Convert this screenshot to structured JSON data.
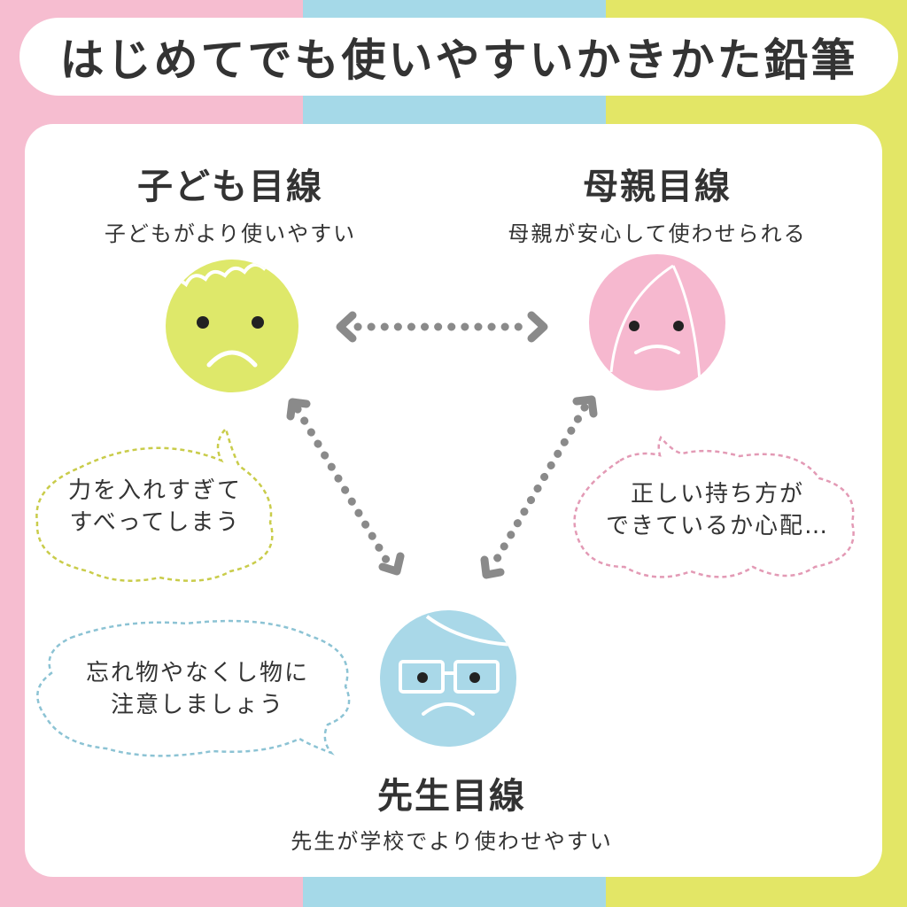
{
  "title": "はじめてでも使いやすいかきかた鉛筆",
  "colors": {
    "pink": "#f6bdd0",
    "blue": "#a5d9e8",
    "yellow": "#e3e666",
    "face_yellow": "#dee86a",
    "face_pink": "#f6b8cf",
    "face_blue": "#a9d8e8",
    "arrow": "#8a8a8a",
    "bubble_yellow_border": "#c9cc4a",
    "bubble_pink_border": "#e39ab5",
    "bubble_blue_border": "#8cc3d4"
  },
  "child": {
    "heading": "子ども目線",
    "subtitle": "子どもがより使いやすい",
    "bubble_line1": "力を入れすぎて",
    "bubble_line2": "すべってしまう"
  },
  "mother": {
    "heading": "母親目線",
    "subtitle": "母親が安心して使わせられる",
    "bubble_line1": "正しい持ち方が",
    "bubble_line2": "できているか心配…"
  },
  "teacher": {
    "heading": "先生目線",
    "subtitle": "先生が学校でより使わせやすい",
    "bubble_line1": "忘れ物やなくし物に",
    "bubble_line2": "注意しましょう"
  },
  "icons": {
    "child_face": "child-face-icon",
    "mother_face": "mother-face-icon",
    "teacher_face": "teacher-face-icon",
    "arrow": "double-arrow-icon"
  }
}
